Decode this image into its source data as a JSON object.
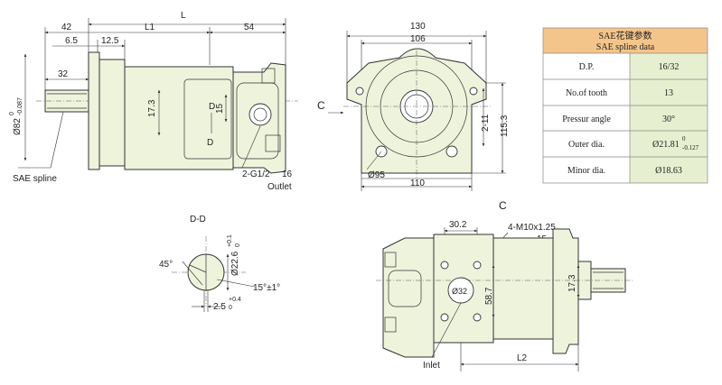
{
  "side_view": {
    "dim_L": "L",
    "dim_42": "42",
    "dim_L1": "L1",
    "dim_54": "54",
    "dim_6_5": "6.5",
    "dim_12_5": "12.5",
    "dim_32": "32",
    "dim_shaft_dia": "Ø82",
    "dim_shaft_tol_upper": "0",
    "dim_shaft_tol_lower": "-0.087",
    "dim_17_3": "17.3",
    "dim_15": "15",
    "section_mark_upper": "D",
    "section_mark_lower": "D",
    "label_sae_spline": "SAE spline",
    "label_port": "2-G1/2",
    "label_16": "16",
    "label_outlet": "Outlet"
  },
  "front_view": {
    "dim_130": "130",
    "dim_106": "106",
    "dim_2_11": "2-11",
    "dim_115_3": "115.3",
    "dim_95": "Ø95",
    "dim_110": "110",
    "arrow_label": "C"
  },
  "section_dd": {
    "title": "D-D",
    "angle_45": "45°",
    "dia_22_6": "Ø22.6",
    "dia_tol_upper": "+0.1",
    "dia_tol_lower": "0",
    "angle_15": "15°±1°",
    "dim_2_5": "2.5",
    "dim_2_5_tol_upper": "+0.4",
    "dim_2_5_tol_lower": "0"
  },
  "view_c": {
    "title": "C",
    "dim_30_2": "30.2",
    "thread": "4-M10x1.25",
    "dim_15": "15",
    "dim_32": "Ø32",
    "dim_58_7": "58.7",
    "dim_17_3": "17.3",
    "label_inlet": "Inlet",
    "dim_L2": "L2"
  },
  "spline_table": {
    "title_cn": "SAE花键参数",
    "title_en": "SAE spline data",
    "rows": [
      {
        "label": "D.P.",
        "value": "16/32"
      },
      {
        "label": "No.of tooth",
        "value": "13"
      },
      {
        "label": "Pressur  angle",
        "value": "30°"
      },
      {
        "label": "Outer dia.",
        "value": "Ø21.81",
        "tol_upper": "0",
        "tol_lower": "-0.127"
      },
      {
        "label": "Minor dia.",
        "value": "Ø18.63"
      }
    ]
  }
}
